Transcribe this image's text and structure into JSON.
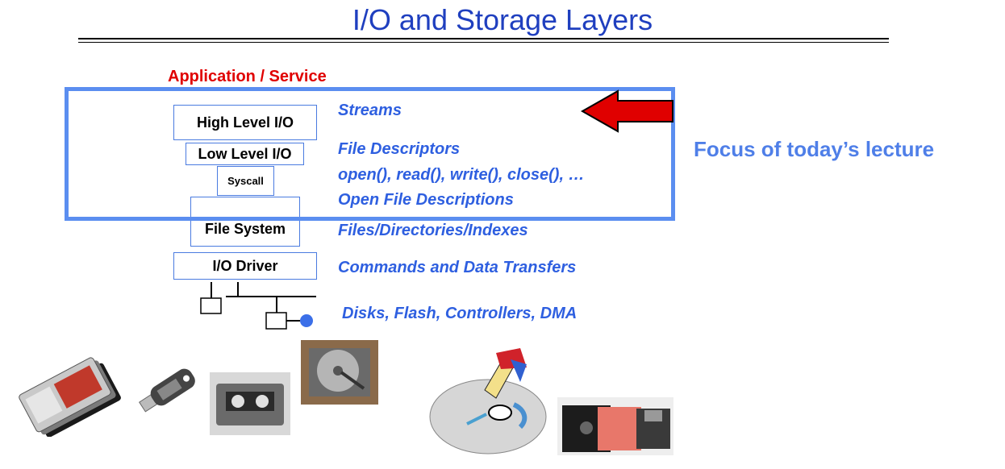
{
  "slide": {
    "title": "I/O and Storage Layers",
    "app_label": "Application / Service",
    "focus_text": "Focus of today’s lecture"
  },
  "layers": {
    "high": "High Level I/O",
    "low": "Low Level I/O",
    "syscall": "Syscall",
    "fs": "File System",
    "driver": "I/O Driver"
  },
  "labels": {
    "streams": "Streams",
    "fd": "File Descriptors",
    "calls": "open(), read(), write(), close(), …",
    "ofd": "Open File Descriptions",
    "files": "Files/Directories/Indexes",
    "commands": "Commands and Data Transfers",
    "disks": "Disks, Flash, Controllers, DMA"
  },
  "colors": {
    "title": "#1f3fbf",
    "app": "#e00000",
    "focus_box": "#5b8ef0",
    "arrow": "#e00000",
    "labels": "#2e5fe0"
  },
  "images": [
    "ssd-drives",
    "usb-stick",
    "cassette-tape",
    "hard-disk",
    "disk-head-diagram",
    "floppy-disks"
  ]
}
